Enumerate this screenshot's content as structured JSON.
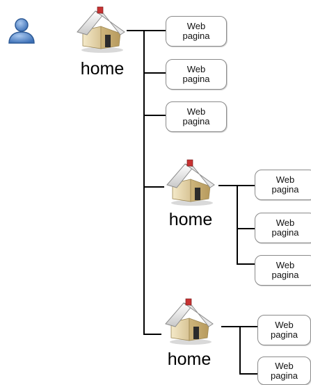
{
  "icons": {
    "user": "user-icon",
    "home": "house-icon"
  },
  "nodes": {
    "home_root": {
      "label": "home"
    },
    "home_mid": {
      "label": "home"
    },
    "home_bottom": {
      "label": "home"
    }
  },
  "pages": [
    {
      "line1": "Web",
      "line2": "pagina"
    },
    {
      "line1": "Web",
      "line2": "pagina"
    },
    {
      "line1": "Web",
      "line2": "pagina"
    },
    {
      "line1": "Web",
      "line2": "pagina"
    },
    {
      "line1": "Web",
      "line2": "pagina"
    },
    {
      "line1": "Web",
      "line2": "pagina"
    },
    {
      "line1": "Web",
      "line2": "pagina"
    },
    {
      "line1": "Web",
      "line2": "pagina"
    }
  ]
}
